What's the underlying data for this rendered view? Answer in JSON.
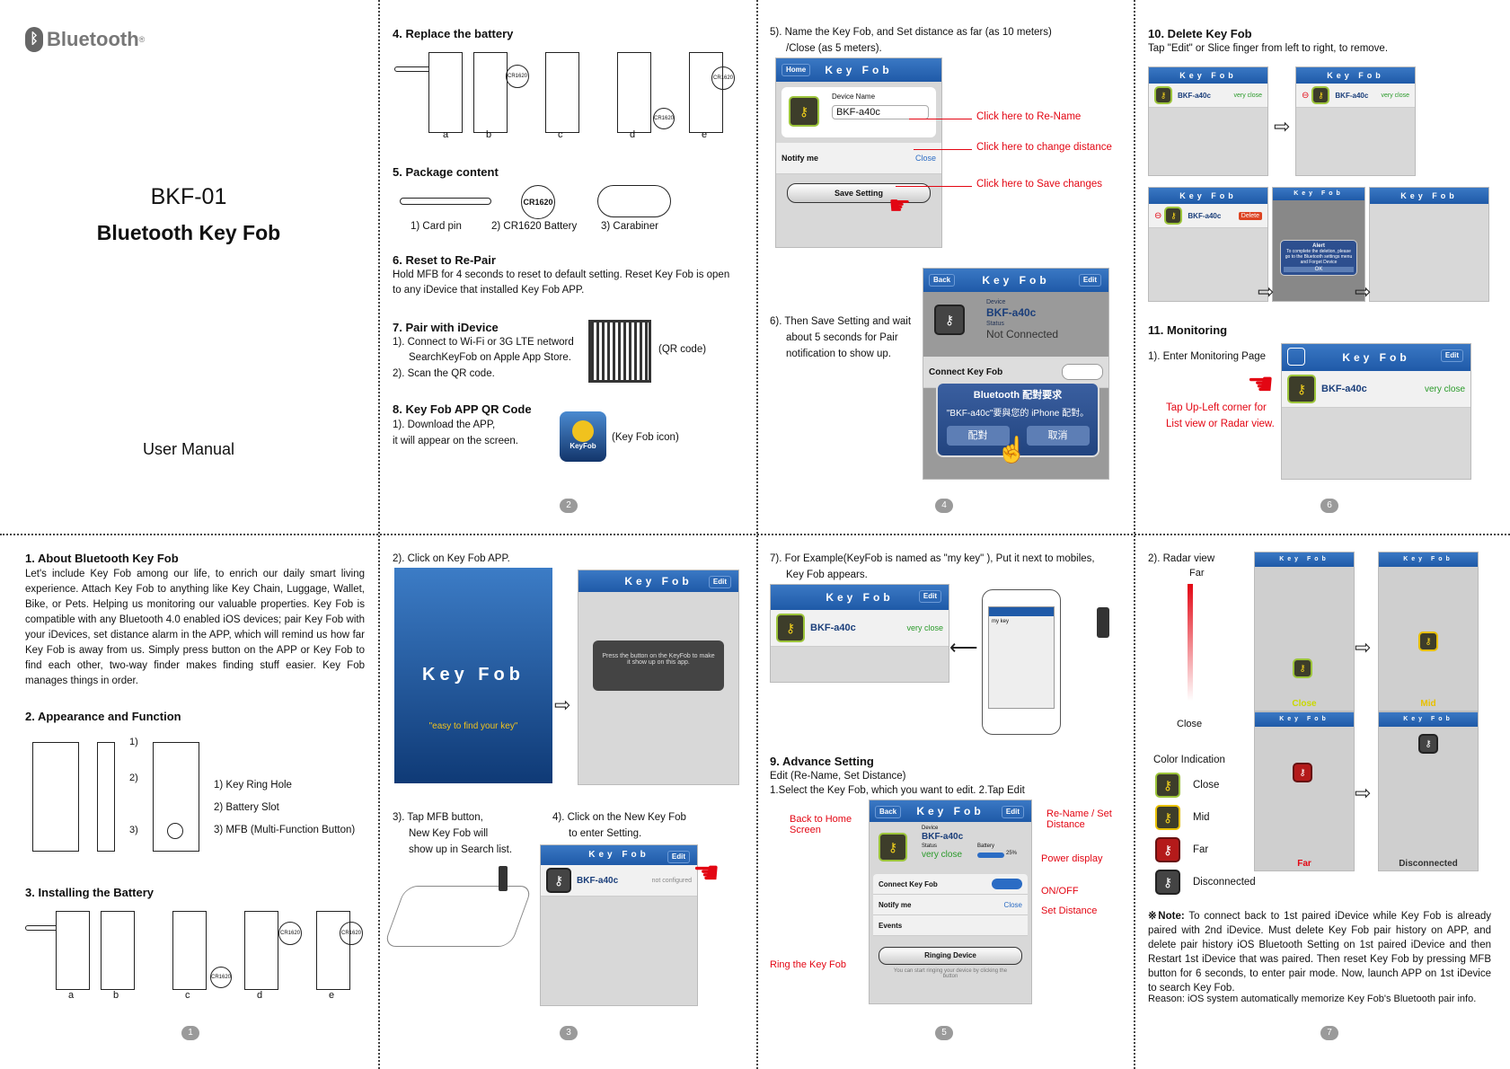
{
  "brand": {
    "logo": "Bluetooth",
    "reg": "®"
  },
  "cover": {
    "model": "BKF-01",
    "title": "Bluetooth Key Fob",
    "subtitle": "User Manual"
  },
  "p1": {
    "s1_title": "1.  About Bluetooth Key Fob",
    "s1_body": "Let's include Key Fob among our life, to enrich our daily smart living experience. Attach Key Fob to  anything like Key Chain, Luggage, Wallet, Bike, or Pets. Helping us monitoring our valuable properties. Key Fob is compatible with any Bluetooth 4.0 enabled iOS devices; pair Key Fob with your iDevices, set distance alarm in the APP, which will remind us how far Key Fob is away from us. Simply press button on the APP or Key Fob to find each other, two-way finder makes finding stuff easier.  Key Fob manages things in order.",
    "s2_title": "2.  Appearance and Function",
    "callouts": [
      "1)",
      "2)",
      "3)"
    ],
    "s2_items": [
      "1) Key Ring Hole",
      "2) Battery Slot",
      "3) MFB (Multi-Function Button)"
    ],
    "s3_title": "3.  Installing the Battery",
    "step_labels": [
      "a",
      "b",
      "c",
      "d",
      "e"
    ],
    "battery_label": "CR1620",
    "page": "1"
  },
  "p2": {
    "s4_title": "4.  Replace the battery",
    "step_labels": [
      "a",
      "b",
      "c",
      "d",
      "e"
    ],
    "battery_label": "CR1620",
    "s5_title": "5.  Package content",
    "package": [
      "1) Card pin",
      "2) CR1620 Battery",
      "3) Carabiner"
    ],
    "s6_title": "6.  Reset to Re-Pair",
    "s6_body": "Hold MFB for 4 seconds to reset to default setting. Reset Key Fob is open to any iDevice that installed Key Fob APP.",
    "s7_title": "7.  Pair with iDevice",
    "s7_l1": "1). Connect to Wi-Fi or 3G LTE netword",
    "s7_l2": "SearchKeyFob on Apple App Store.",
    "s7_l3": "2). Scan the QR code.",
    "qr_label": "(QR code)",
    "s8_title": "8.  Key Fob APP QR Code",
    "s8_l1": "1). Download the APP,",
    "s8_l2": "it will appear on the screen.",
    "icon_label": "(Key Fob icon)",
    "icon_text": "KeyFob",
    "page": "2"
  },
  "p3": {
    "l1": "2). Click on Key Fob APP.",
    "splash_logo": "Key Fob",
    "splash_tag": "\"easy to find your key\"",
    "popup": "Press the button on the KeyFob to make it show up on this app.",
    "l3a": "3). Tap MFB button,",
    "l3b": "New Key Fob will",
    "l3c": "show up in Search list.",
    "l4a": "4). Click on the New Key Fob",
    "l4b": "to enter Setting.",
    "device": "BKF-a40c",
    "not_configured": "not configured",
    "page": "3"
  },
  "p4": {
    "l5a": "5). Name the Key Fob, and Set distance as far (as 10 meters)",
    "l5b": "/Close (as 5 meters).",
    "home": "Home",
    "device_name_label": "Device Name",
    "device_name": "BKF-a40c",
    "notify_me": "Notify me",
    "close": "Close",
    "save_setting": "Save Setting",
    "c1": "Click here to Re-Name",
    "c2": "Click here to change distance",
    "c3": "Click here to Save changes",
    "l6a": "6). Then Save Setting and wait",
    "l6b": "about 5 seconds for Pair",
    "l6c": "notification to show up.",
    "back": "Back",
    "edit": "Edit",
    "device_label": "Device",
    "status_label": "Status",
    "status": "Not Connected",
    "connect": "Connect Key Fob",
    "bt_title": "Bluetooth 配對要求",
    "bt_body": "\"BKF-a40c\"要與您的 iPhone 配對。",
    "bt_pair": "配對",
    "bt_cancel": "取消",
    "page": "4"
  },
  "p5": {
    "l7a": "7). For Example(KeyFob is named as \"my key\" ), Put it next to mobiles,",
    "l7b": "Key Fob appears.",
    "device": "BKF-a40c",
    "very_close": "very close",
    "my_key": "my key",
    "s9_title": "9.  Advance Setting",
    "s9_l1": "Edit (Re-Name, Set Distance)",
    "s9_l2": "1.Select the Key Fob, which you want to edit.    2.Tap Edit",
    "battery": "Battery",
    "battery_pct": "25%",
    "connect": "Connect Key Fob",
    "notify": "Notify me",
    "close": "Close",
    "events": "Events",
    "ringing": "Ringing Device",
    "ring_hint": "You can start ringing your device by clicking the button",
    "c_back": "Back to Home Screen",
    "c_rename": "Re-Name / Set Distance",
    "c_power": "Power display",
    "c_onoff": "ON/OFF",
    "c_setdist": "Set Distance",
    "c_ring": "Ring the Key Fob",
    "page": "5"
  },
  "p6": {
    "s10_title": "10.  Delete Key Fob",
    "s10_body": "Tap \"Edit\" or Slice finger from left to right, to remove.",
    "device": "BKF-a40c",
    "very_close": "very close",
    "delete": "Delete",
    "alert_title": "Alert",
    "alert_body": "To complete the deletion, please go to the Bluetooth settings menu and Forget Device",
    "ok": "OK",
    "s11_title": "11.  Monitoring",
    "s11_l1": "1). Enter Monitoring Page",
    "tap_a": "Tap Up-Left corner for",
    "tap_b": "List view or Radar view.",
    "page": "6"
  },
  "p7": {
    "l1": "2). Radar view",
    "far": "Far",
    "close": "Close",
    "color_title": "Color Indication",
    "colors": [
      "Close",
      "Mid",
      "Far",
      "Disconnected"
    ],
    "radar_labels": [
      "Close",
      "Mid",
      "Far",
      "Disconnected"
    ],
    "note_mark": "※Note:",
    "note": "To connect back to 1st paired iDevice while Key Fob is already paired with 2nd iDevice. Must delete Key Fob pair history on APP, and delete pair history iOS Bluetooth Setting on 1st paired iDevice and then Restart 1st iDevice that was paired. Then reset Key Fob by pressing MFB button for 6 seconds, to enter pair mode. Now, launch APP on 1st iDevice to search Key Fob.",
    "reason": "Reason: iOS system automatically memorize Key Fob's Bluetooth pair info.",
    "page": "7"
  },
  "app_title": "Key Fob",
  "colors": {
    "accent_red": "#e30613",
    "app_blue": "#1f5aa8",
    "key_green": "#9cc43a",
    "close_green": "#2a9a2a"
  }
}
